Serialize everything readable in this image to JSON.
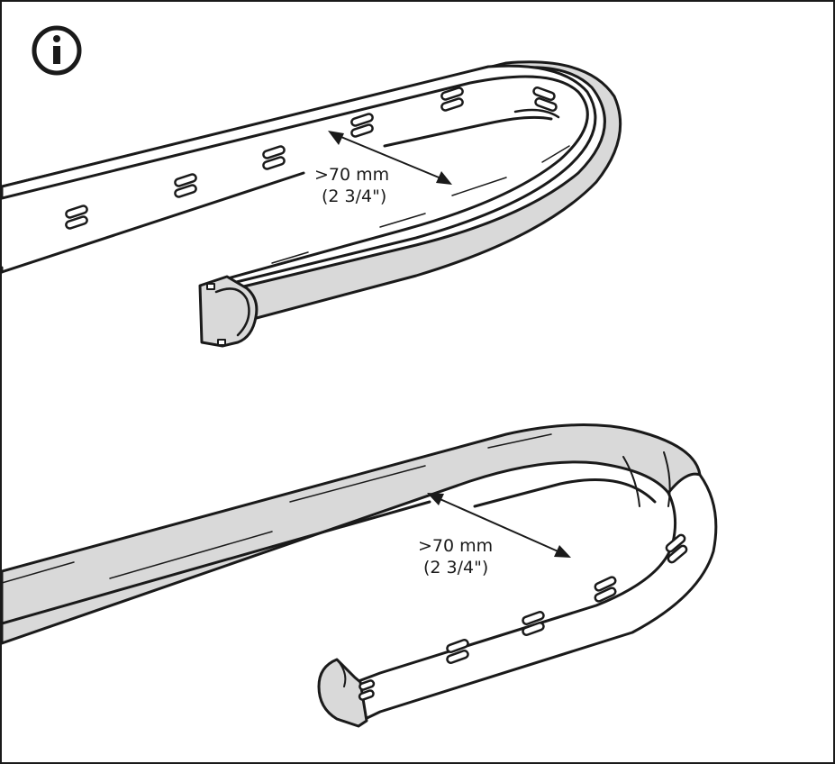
{
  "icons": {
    "info": "info-circle-icon"
  },
  "top_strip": {
    "measure_mm": ">70 mm",
    "measure_in": "(2 3/4\")"
  },
  "bottom_strip": {
    "measure_mm": ">70 mm",
    "measure_in": "(2 3/4\")"
  },
  "colors": {
    "line": "#1a1a1a",
    "strip_fill": "#ffffff",
    "surface_fill": "#d9d9d9"
  }
}
